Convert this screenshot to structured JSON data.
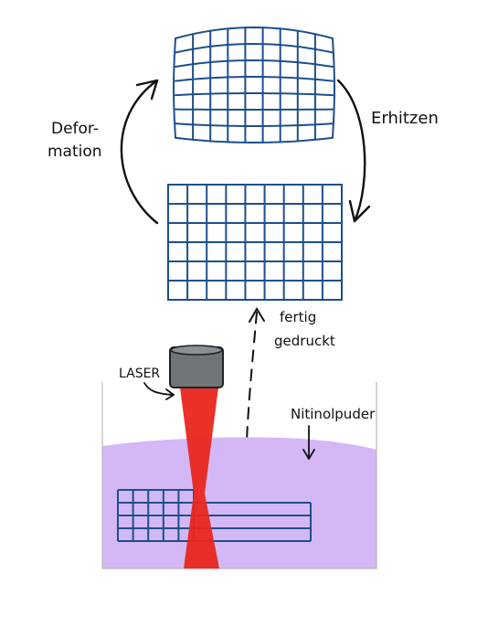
{
  "labels": {
    "deformation_line1": "Defor-",
    "deformation_line2": "mation",
    "heating": "Erhitzen",
    "printed_line1": "fertig",
    "printed_line2": "gedruckt",
    "laser": "LASER",
    "powder": "Nitinolpuder"
  },
  "colors": {
    "grid": "#1d4f8c",
    "powder": "#d4b8f5",
    "laser": "#e8261c",
    "laser_head": "#6e7478",
    "arrow": "#111111"
  }
}
